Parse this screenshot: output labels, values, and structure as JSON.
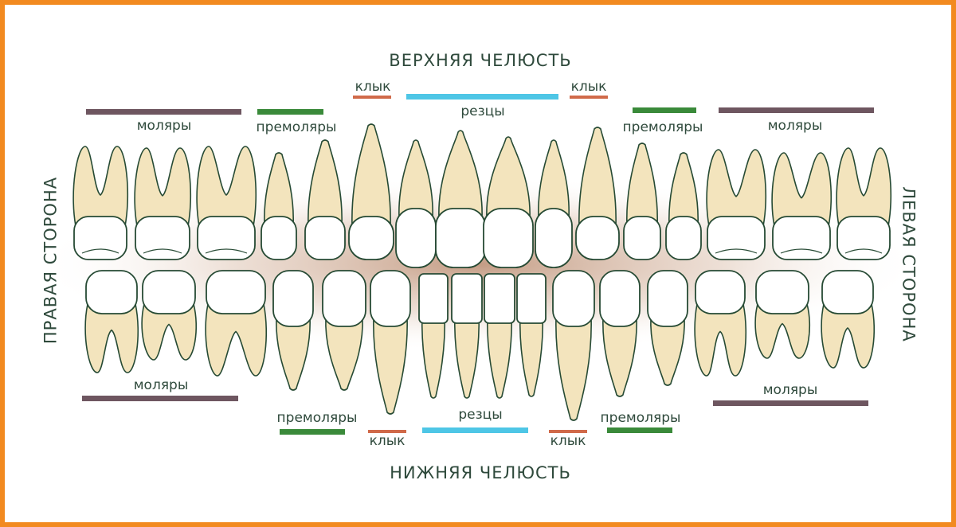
{
  "titles": {
    "upper_jaw": "ВЕРХНЯЯ ЧЕЛЮСТЬ",
    "lower_jaw": "НИЖНЯЯ ЧЕЛЮСТЬ",
    "right_side": "ПРАВАЯ СТОРОНА",
    "left_side": "ЛЕВАЯ СТОРОНА"
  },
  "group_labels": {
    "molars": "моляры",
    "premolars": "премоляры",
    "canine": "клык",
    "incisors": "резцы"
  },
  "colors": {
    "frame": "#f28a20",
    "molars": "#6e5660",
    "premolars": "#3a8a3a",
    "canine": "#d06a4a",
    "incisors": "#4ec6e6",
    "tooth_root": "#f3e4bd",
    "tooth_crown": "#ffffff",
    "tooth_outline": "#264a34",
    "gum_glow": "#caa08a"
  },
  "icons": [
    "tooth-icon"
  ]
}
